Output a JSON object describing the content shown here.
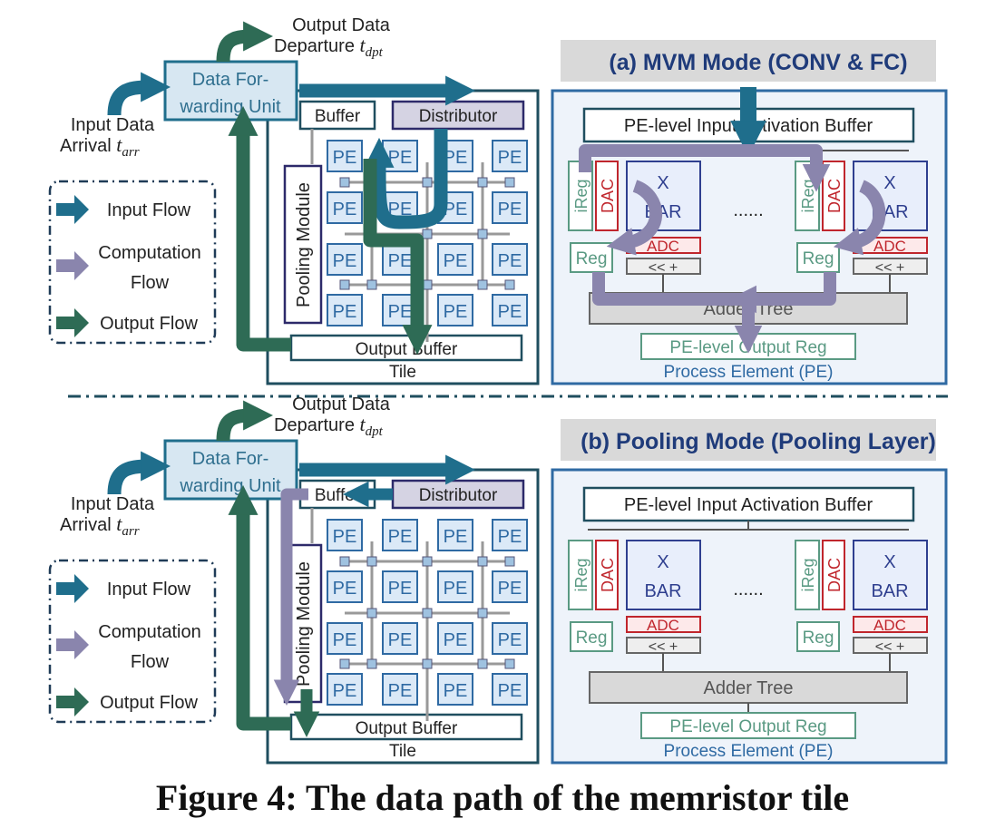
{
  "caption": "Figure 4: The data path of the memristor tile",
  "colors": {
    "input_flow": "#1f6e8c",
    "computation_flow": "#8a85ad",
    "output_flow": "#2e6b55",
    "tile_border": "#1f4e5f",
    "pe_panel_border": "#2f6aa3",
    "pe_panel_fill": "#eef3fa",
    "pe_block_fill": "#dbe9f7",
    "distributor_fill": "#d5d3e3",
    "adc_red": "#c0262d",
    "reg_green": "#5a9a83",
    "adder_gray": "#d9d9d9",
    "header_gray": "#d9d9d9"
  },
  "panels": [
    {
      "id": "a",
      "mode_title": "(a) MVM Mode (CONV & FC)",
      "output_label_line1": "Output Data",
      "output_label_line2": "Departure",
      "output_symbol": "t",
      "output_subscript": "dpt",
      "input_label_line1": "Input Data",
      "input_label_line2": "Arrival",
      "input_symbol": "t",
      "input_subscript": "arr",
      "forwarding_line1": "Data For-",
      "forwarding_line2": "warding Unit",
      "buffer": "Buffer",
      "distributor": "Distributor",
      "pooling_module": "Pooling Module",
      "pe_label": "PE",
      "output_buffer": "Output Buffer",
      "tile": "Tile",
      "legend": [
        "Input Flow",
        "Computation",
        "Flow",
        "Output Flow"
      ],
      "pe_input_buffer": "PE-level Input Activation Buffer",
      "ireg": "iReg",
      "dac": "DAC",
      "xbar_line1": "X",
      "xbar_line2": "BAR",
      "dots": "......",
      "adc": "ADC",
      "reg": "Reg",
      "shift_add": "<< +",
      "adder_tree": "Adder Tree",
      "pe_output_reg": "PE-level Output Reg",
      "process_element": "Process Element (PE)"
    },
    {
      "id": "b",
      "mode_title": "(b) Pooling Mode (Pooling Layer)",
      "output_label_line1": "Output Data",
      "output_label_line2": "Departure",
      "output_symbol": "t",
      "output_subscript": "dpt",
      "input_label_line1": "Input Data",
      "input_label_line2": "Arrival",
      "input_symbol": "t",
      "input_subscript": "arr",
      "forwarding_line1": "Data For-",
      "forwarding_line2": "warding Unit",
      "buffer": "Buffer",
      "distributor": "Distributor",
      "pooling_module": "Pooling Module",
      "pe_label": "PE",
      "output_buffer": "Output Buffer",
      "tile": "Tile",
      "legend": [
        "Input Flow",
        "Computation",
        "Flow",
        "Output Flow"
      ],
      "pe_input_buffer": "PE-level Input Activation Buffer",
      "ireg": "iReg",
      "dac": "DAC",
      "xbar_line1": "X",
      "xbar_line2": "BAR",
      "dots": "......",
      "adc": "ADC",
      "reg": "Reg",
      "shift_add": "<< +",
      "adder_tree": "Adder Tree",
      "pe_output_reg": "PE-level Output Reg",
      "process_element": "Process Element (PE)"
    }
  ]
}
